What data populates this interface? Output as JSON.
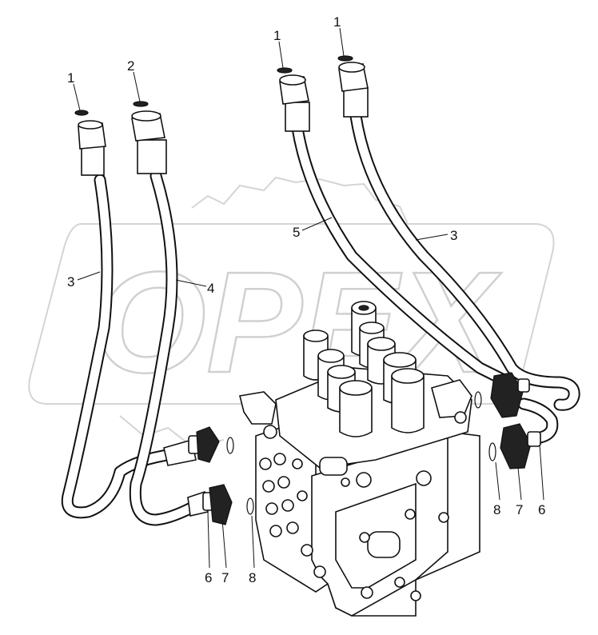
{
  "watermark": {
    "text": "OPEX",
    "color": "#d9d9d9"
  },
  "callouts": {
    "c1a": "1",
    "c2": "2",
    "c1b": "1",
    "c1c": "1",
    "c3a": "3",
    "c4": "4",
    "c5": "5",
    "c3b": "3",
    "c6a": "6",
    "c7a": "7",
    "c8a": "8",
    "c8b": "8",
    "c7b": "7",
    "c6b": "6"
  },
  "corner_mark": "⁀⁀"
}
